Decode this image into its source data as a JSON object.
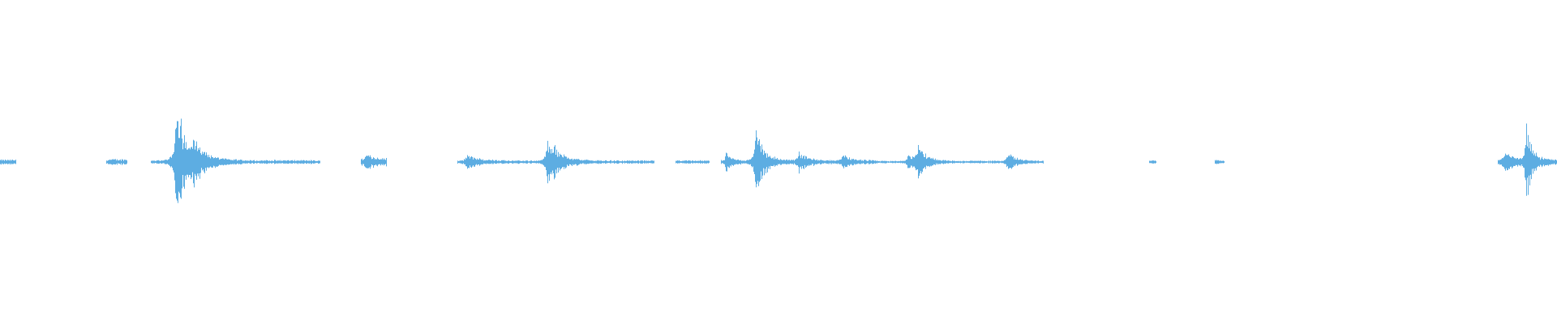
{
  "waveform": {
    "color": "#5dade2",
    "segments": [
      {
        "start": 0.0,
        "end": 0.01,
        "amp": 0.015,
        "peaks": []
      },
      {
        "start": 0.068,
        "end": 0.081,
        "amp": 0.018,
        "peaks": []
      },
      {
        "start": 0.097,
        "end": 0.205,
        "amp": 0.012,
        "peaks": [
          {
            "at": 0.113,
            "amp": 0.38,
            "spread": 0.004
          },
          {
            "at": 0.123,
            "amp": 0.08,
            "spread": 0.005
          }
        ]
      },
      {
        "start": 0.232,
        "end": 0.248,
        "amp": 0.02,
        "peaks": [
          {
            "at": 0.235,
            "amp": 0.04,
            "spread": 0.003
          }
        ]
      },
      {
        "start": 0.294,
        "end": 0.42,
        "amp": 0.01,
        "peaks": [
          {
            "at": 0.3,
            "amp": 0.04,
            "spread": 0.004
          },
          {
            "at": 0.352,
            "amp": 0.16,
            "spread": 0.004
          }
        ]
      },
      {
        "start": 0.434,
        "end": 0.455,
        "amp": 0.01,
        "peaks": []
      },
      {
        "start": 0.463,
        "end": 0.563,
        "amp": 0.012,
        "peaks": [
          {
            "at": 0.466,
            "amp": 0.05,
            "spread": 0.002
          },
          {
            "at": 0.485,
            "amp": 0.22,
            "spread": 0.003
          },
          {
            "at": 0.513,
            "amp": 0.06,
            "spread": 0.003
          },
          {
            "at": 0.541,
            "amp": 0.04,
            "spread": 0.003
          }
        ]
      },
      {
        "start": 0.563,
        "end": 0.67,
        "amp": 0.008,
        "peaks": [
          {
            "at": 0.583,
            "amp": 0.06,
            "spread": 0.002
          },
          {
            "at": 0.589,
            "amp": 0.12,
            "spread": 0.003
          },
          {
            "at": 0.647,
            "amp": 0.06,
            "spread": 0.003
          }
        ]
      },
      {
        "start": 0.738,
        "end": 0.742,
        "amp": 0.01,
        "peaks": []
      },
      {
        "start": 0.78,
        "end": 0.786,
        "amp": 0.012,
        "peaks": []
      },
      {
        "start": 0.962,
        "end": 1.0,
        "amp": 0.018,
        "peaks": [
          {
            "at": 0.966,
            "amp": 0.06,
            "spread": 0.003
          },
          {
            "at": 0.98,
            "amp": 0.26,
            "spread": 0.002
          }
        ]
      }
    ]
  }
}
